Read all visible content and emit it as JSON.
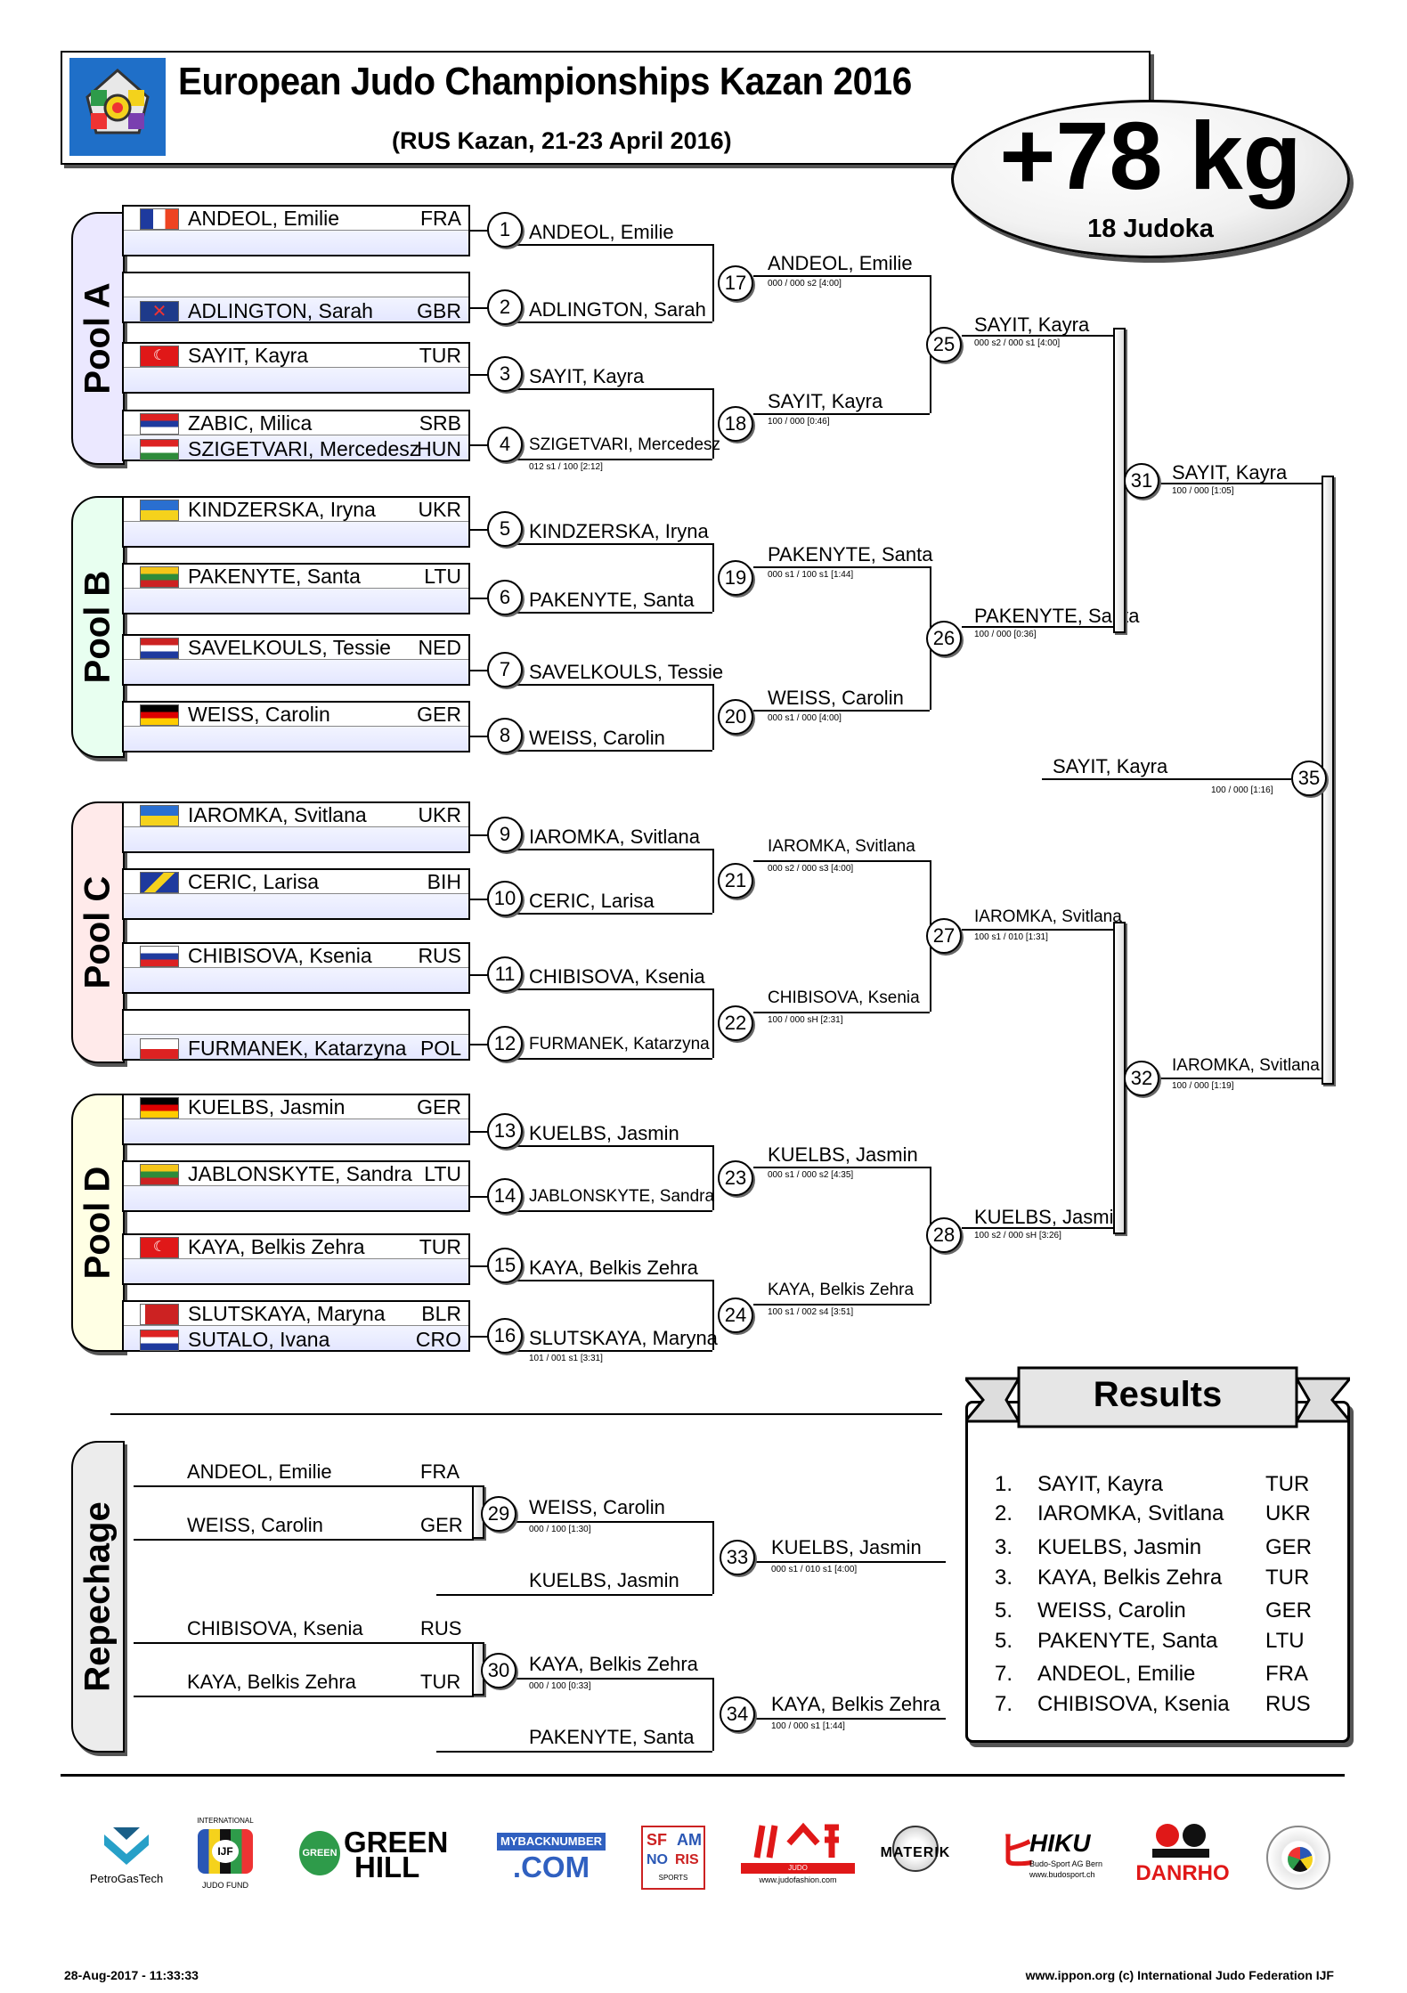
{
  "header": {
    "title": "European Judo Championships Kazan 2016",
    "subtitle": "(RUS Kazan, 21-23 April 2016)",
    "weight_class": "+78 kg",
    "judoka_count": "18 Judoka"
  },
  "pools": [
    "Pool A",
    "Pool B",
    "Pool C",
    "Pool D",
    "Repechage"
  ],
  "athletes": [
    {
      "name": "ANDEOL, Emilie",
      "country": "FRA",
      "flag": "fra"
    },
    {
      "name": "ADLINGTON, Sarah",
      "country": "GBR",
      "flag": "gbr"
    },
    {
      "name": "SAYIT, Kayra",
      "country": "TUR",
      "flag": "tur"
    },
    {
      "name": "ZABIC, Milica",
      "country": "SRB",
      "flag": "srb"
    },
    {
      "name": "SZIGETVARI, Mercedesz",
      "country": "HUN",
      "flag": "hun"
    },
    {
      "name": "KINDZERSKA, Iryna",
      "country": "UKR",
      "flag": "ukr"
    },
    {
      "name": "PAKENYTE, Santa",
      "country": "LTU",
      "flag": "ltu"
    },
    {
      "name": "SAVELKOULS, Tessie",
      "country": "NED",
      "flag": "ned"
    },
    {
      "name": "WEISS, Carolin",
      "country": "GER",
      "flag": "ger"
    },
    {
      "name": "IAROMKA, Svitlana",
      "country": "UKR",
      "flag": "ukr"
    },
    {
      "name": "CERIC, Larisa",
      "country": "BIH",
      "flag": "bih"
    },
    {
      "name": "CHIBISOVA, Ksenia",
      "country": "RUS",
      "flag": "rus"
    },
    {
      "name": "FURMANEK, Katarzyna",
      "country": "POL",
      "flag": "pol"
    },
    {
      "name": "KUELBS, Jasmin",
      "country": "GER",
      "flag": "ger"
    },
    {
      "name": "JABLONSKYTE, Sandra",
      "country": "LTU",
      "flag": "ltu"
    },
    {
      "name": "KAYA, Belkis Zehra",
      "country": "TUR",
      "flag": "tur"
    },
    {
      "name": "SLUTSKAYA, Maryna",
      "country": "BLR",
      "flag": "blr"
    },
    {
      "name": "SUTALO, Ivana",
      "country": "CRO",
      "flag": "cro"
    }
  ],
  "round1": [
    {
      "n": "1",
      "winner": "ANDEOL, Emilie",
      "score": ""
    },
    {
      "n": "2",
      "winner": "ADLINGTON, Sarah",
      "score": ""
    },
    {
      "n": "3",
      "winner": "SAYIT, Kayra",
      "score": ""
    },
    {
      "n": "4",
      "winner": "SZIGETVARI, Mercedesz",
      "score": "012 s1 / 100  [2:12]"
    },
    {
      "n": "5",
      "winner": "KINDZERSKA, Iryna",
      "score": ""
    },
    {
      "n": "6",
      "winner": "PAKENYTE, Santa",
      "score": ""
    },
    {
      "n": "7",
      "winner": "SAVELKOULS, Tessie",
      "score": ""
    },
    {
      "n": "8",
      "winner": "WEISS, Carolin",
      "score": ""
    },
    {
      "n": "9",
      "winner": "IAROMKA, Svitlana",
      "score": ""
    },
    {
      "n": "10",
      "winner": "CERIC, Larisa",
      "score": ""
    },
    {
      "n": "11",
      "winner": "CHIBISOVA, Ksenia",
      "score": ""
    },
    {
      "n": "12",
      "winner": "FURMANEK, Katarzyna",
      "score": ""
    },
    {
      "n": "13",
      "winner": "KUELBS, Jasmin",
      "score": ""
    },
    {
      "n": "14",
      "winner": "JABLONSKYTE, Sandra",
      "score": ""
    },
    {
      "n": "15",
      "winner": "KAYA, Belkis Zehra",
      "score": ""
    },
    {
      "n": "16",
      "winner": "SLUTSKAYA, Maryna",
      "score": "101  / 001 s1  [3:31]"
    }
  ],
  "round2": [
    {
      "n": "17",
      "winner": "ANDEOL, Emilie",
      "score": "000  / 000 s2  [4:00]"
    },
    {
      "n": "18",
      "winner": "SAYIT, Kayra",
      "score": "100  / 000  [0:46]"
    },
    {
      "n": "19",
      "winner": "PAKENYTE, Santa",
      "score": "000 s1 / 100 s1  [1:44]"
    },
    {
      "n": "20",
      "winner": "WEISS, Carolin",
      "score": "000 s1 / 000  [4:00]"
    },
    {
      "n": "21",
      "winner": "IAROMKA, Svitlana",
      "score": "000 s2 / 000 s3  [4:00]"
    },
    {
      "n": "22",
      "winner": "CHIBISOVA, Ksenia",
      "score": "100  / 000 sH  [2:31]"
    },
    {
      "n": "23",
      "winner": "KUELBS, Jasmin",
      "score": "000 s1 / 000 s2  [4:35]"
    },
    {
      "n": "24",
      "winner": "KAYA, Belkis Zehra",
      "score": "100 s1 / 002 s4  [3:51]"
    }
  ],
  "round3": [
    {
      "n": "25",
      "winner": "SAYIT, Kayra",
      "score": "000 s2 / 000 s1  [4:00]"
    },
    {
      "n": "26",
      "winner": "PAKENYTE, Santa",
      "score": "100  / 000  [0:36]"
    },
    {
      "n": "27",
      "winner": "IAROMKA, Svitlana",
      "score": "100 s1 / 010  [1:31]"
    },
    {
      "n": "28",
      "winner": "KUELBS, Jasmin",
      "score": "100 s2 / 000 sH  [3:26]"
    }
  ],
  "semis": [
    {
      "n": "31",
      "winner": "SAYIT, Kayra",
      "score": "100  / 000  [1:05]"
    },
    {
      "n": "32",
      "winner": "IAROMKA, Svitlana",
      "score": "100  / 000  [1:19]"
    }
  ],
  "final": {
    "n": "35",
    "winner": "SAYIT, Kayra",
    "score": "100  / 000  [1:16]"
  },
  "repechage": {
    "entrants": [
      {
        "name": "ANDEOL, Emilie",
        "country": "FRA"
      },
      {
        "name": "WEISS, Carolin",
        "country": "GER"
      },
      {
        "name": "CHIBISOVA, Ksenia",
        "country": "RUS"
      },
      {
        "name": "KAYA, Belkis Zehra",
        "country": "TUR"
      }
    ],
    "r1": [
      {
        "n": "29",
        "winner": "WEISS, Carolin",
        "score": "000  / 100  [1:30]",
        "opponent": "KUELBS, Jasmin"
      },
      {
        "n": "30",
        "winner": "KAYA, Belkis Zehra",
        "score": "000  / 100  [0:33]",
        "opponent": "PAKENYTE, Santa"
      }
    ],
    "bronze": [
      {
        "n": "33",
        "winner": "KUELBS, Jasmin",
        "score": "000 s1 / 010 s1  [4:00]"
      },
      {
        "n": "34",
        "winner": "KAYA, Belkis Zehra",
        "score": "100  / 000 s1  [1:44]"
      }
    ]
  },
  "results": {
    "title": "Results",
    "rows": [
      {
        "place": "1.",
        "name": "SAYIT, Kayra",
        "country": "TUR"
      },
      {
        "place": "2.",
        "name": "IAROMKA, Svitlana",
        "country": "UKR"
      },
      {
        "place": "3.",
        "name": "KUELBS, Jasmin",
        "country": "GER"
      },
      {
        "place": "3.",
        "name": "KAYA, Belkis Zehra",
        "country": "TUR"
      },
      {
        "place": "5.",
        "name": "WEISS, Carolin",
        "country": "GER"
      },
      {
        "place": "5.",
        "name": "PAKENYTE, Santa",
        "country": "LTU"
      },
      {
        "place": "7.",
        "name": "ANDEOL, Emilie",
        "country": "FRA"
      },
      {
        "place": "7.",
        "name": "CHIBISOVA, Ksenia",
        "country": "RUS"
      }
    ]
  },
  "sponsors": [
    "PetroGasTech",
    "INTERNATIONAL",
    "IJF",
    "JUDO FUND",
    "GREEN",
    "HILL",
    "GREEN HILL",
    "MYBACKNUMBER",
    ".COM",
    "SF",
    "AM",
    "NO",
    "RIS",
    "SPORTS",
    "JUDO",
    "www.judofashion.com",
    "MATERIK",
    "HIKU",
    "Budo-Sport AG Bern",
    "www.budosport.ch",
    "DANRHO"
  ],
  "footer": {
    "left": "28-Aug-2017 - 11:33:33",
    "right": "www.ippon.org  (c) International Judo Federation IJF"
  },
  "colors": {
    "pool_a": "#ebe8ff",
    "pool_b": "#e8fff0",
    "pool_c": "#ffeaea",
    "pool_d": "#ffffe4",
    "repechage": "#ececec",
    "header_logo": "#1f6fc8"
  }
}
